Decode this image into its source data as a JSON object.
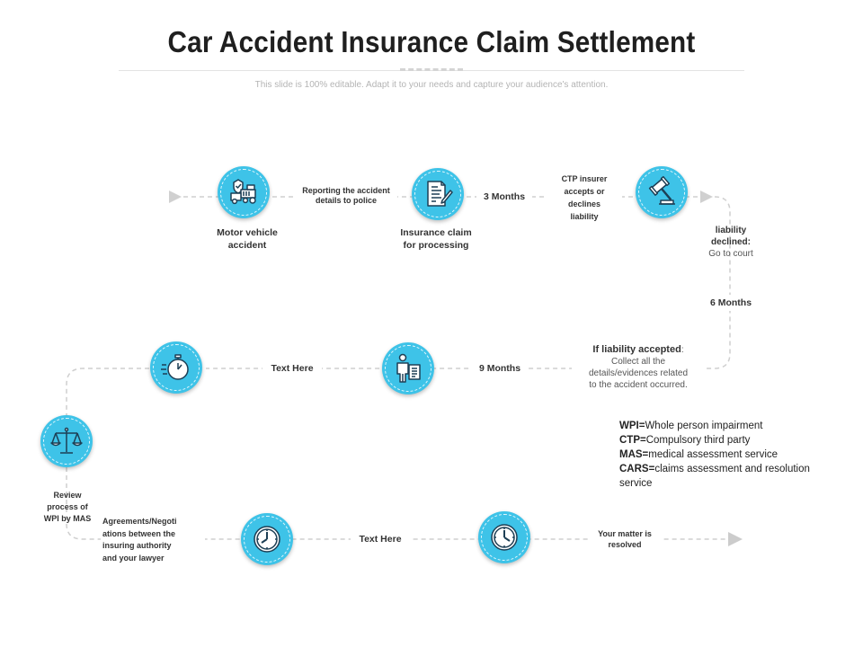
{
  "header": {
    "title": "Car Accident Insurance Claim Settlement",
    "subtitle": "This slide is 100% editable. Adapt it to your needs and capture your audience's attention."
  },
  "colors": {
    "node": "#3ec3e8",
    "line": "#cfcfcf",
    "arrow": "#d0d0d0",
    "icon": "#1d3f55"
  },
  "steps": {
    "motor_vehicle": {
      "icon": "car-crash-icon",
      "label_line1": "Motor vehicle",
      "label_line2": "accident"
    },
    "reporting": {
      "line1": "Reporting the accident",
      "line2": "details to police"
    },
    "insurance_claim": {
      "icon": "document-pen-icon",
      "label_line1": "Insurance claim",
      "label_line2": "for processing"
    },
    "three_months": "3 Months",
    "ctp_insurer": {
      "line1": "CTP insurer",
      "line2": "accepts or",
      "line3": "declines",
      "line4": "liability"
    },
    "court": {
      "icon": "gavel-icon"
    },
    "liability_declined": {
      "line1": "liability",
      "line2": "declined:",
      "line3": "Go to court"
    },
    "six_months": "6 Months",
    "liability_accepted": {
      "heading": "If liability accepted",
      "heading_suffix": ":",
      "line1": "Collect all the",
      "line2": "details/evidences related",
      "line3": "to the accident occurred."
    },
    "nine_months": "9 Months",
    "assessment": {
      "icon": "person-document-icon"
    },
    "text_here_1": "Text Here",
    "stopwatch": {
      "icon": "stopwatch-icon"
    },
    "review": {
      "icon": "scales-icon",
      "line1": "Review",
      "line2": "process of",
      "line3": "WPI by MAS"
    },
    "agreements": {
      "line1": "Agreements/Negoti",
      "line2": "ations between the",
      "line3": "insuring authority",
      "line4": "and your lawyer"
    },
    "clock_1": {
      "icon": "clock-icon"
    },
    "text_here_2": "Text Here",
    "clock_2": {
      "icon": "clock-icon"
    },
    "resolved": {
      "line1": "Your matter is",
      "line2": "resolved"
    }
  },
  "legend": [
    {
      "key": "WPI=",
      "value": "Whole person impairment"
    },
    {
      "key": "CTP=",
      "value": "Compulsory third party"
    },
    {
      "key": "MAS=",
      "value": "medical assessment service"
    },
    {
      "key": "CARS=",
      "value": "claims assessment and resolution service"
    }
  ]
}
